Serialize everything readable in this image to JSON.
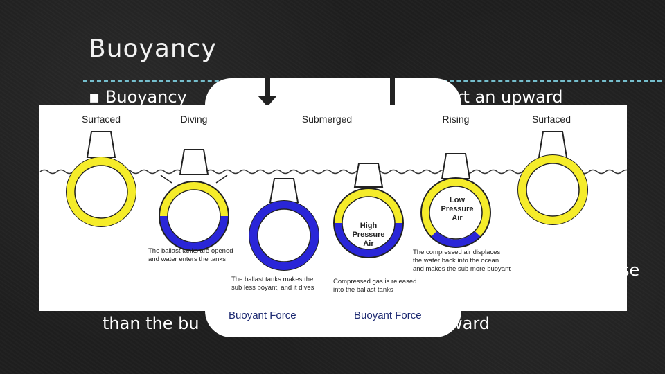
{
  "slide": {
    "title": "Buoyancy",
    "bullet_fragment_left": "▪ Buoyancy",
    "bullet_fragment_right": "exert an upward",
    "fragment_se": "se",
    "fragment_last": "than the bu",
    "fragment_last_right": "ward"
  },
  "diagram": {
    "stage_labels": [
      "Surfaced",
      "Diving",
      "Submerged",
      "Rising",
      "Surfaced"
    ],
    "captions": {
      "diving": [
        "The ballast tanks are opened",
        "and water enters the tanks"
      ],
      "submerged_left": [
        "The ballast tanks makes the",
        "sub less boyant, and it dives"
      ],
      "submerged_right": [
        "Compressed gas is released",
        "into the ballast tanks"
      ],
      "rising": [
        "The compressed air displaces",
        "the water back into the ocean",
        "and makes the sub more buoyant"
      ]
    },
    "tank_labels": {
      "high": [
        "High",
        "Pressure",
        "Air"
      ],
      "low": [
        "Low",
        "Pressure",
        "Air"
      ]
    },
    "force_labels": [
      "Buoyant Force",
      "Buoyant Force"
    ]
  },
  "colors": {
    "yellow": "#f5ec2a",
    "blue": "#2a26d8",
    "outline": "#222222",
    "label_dark": "#1d2a72"
  }
}
